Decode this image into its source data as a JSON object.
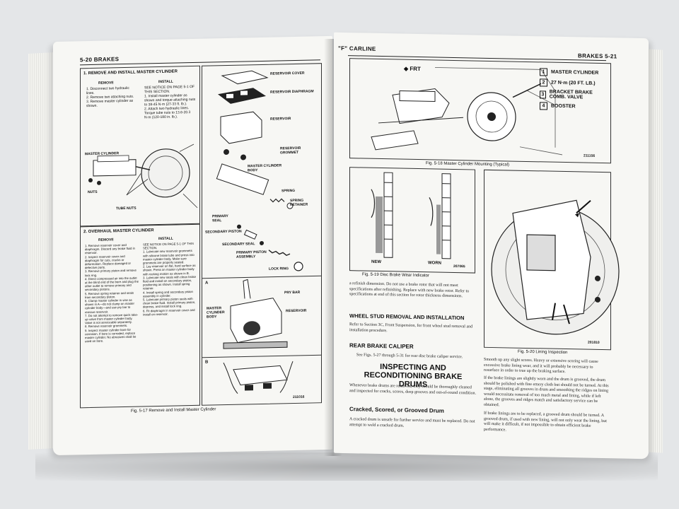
{
  "left_page": {
    "header": "5-20  BRAKES",
    "section1": {
      "title": "1. REMOVE AND INSTALL MASTER CYLINDER",
      "col_remove": "REMOVE",
      "col_install": "INSTALL",
      "remove_steps": "1. Disconnect two hydraulic lines.\n2. Remove two attaching nuts.\n3. Remove master cylinder as shown.",
      "install_steps": "SEE NOTICE ON PAGE 5-1 OF THIS SECTION.\n1. Install master cylinder as shown and torque attaching nuts to 38-45 N·m (27-33 ft. lb.).\n2. Attach two hydraulic lines. Torque tube nuts to 13.6-20.3 N·m (120-180 in. lb.).",
      "label_master": "MASTER CYLINDER",
      "label_nuts": "NUTS",
      "label_tube_nuts": "TUBE NUTS"
    },
    "section2": {
      "title": "2. OVERHAUL MASTER CYLINDER",
      "col_remove": "REMOVE",
      "col_install": "INSTALL",
      "remove_steps": "1. Remove reservoir cover and diaphragm. Discard any brake fluid in reservoir.\n2. Inspect reservoir cover and diaphragm for cuts, cracks or deformation. Replace damaged or defective parts.\n3. Remove primary piston and remove lock ring.\n4. Direct compressed air into the outlet at the blind end of the bore and plug the other outlet to remove primary and secondary pistons.\n5. Remove spring retainer and seals from secondary piston.\n6. Clamp master cylinder in vise as shown in A—do not clamp on master cylinder body—and use pry bar to remove reservoir.\n7. Do not attempt to remove quick take-up valve from master cylinder body. Valve is not serviceable separately.\n8. Remove reservoir grommets.\n9. Inspect master cylinder bore for corrosion. If bore is corroded, replace master cylinder. No abrasives shall be used on bore.",
      "install_steps": "SEE NOTICE ON PAGE 5-1 OF THIS SECTION.\n1. Lubricate new reservoir grommets with silicone brake lube and press into master cylinder body. Make sure grommets are properly seated.\n2. Lay reservoir on flat, hard surface as shown. Press on master cylinder body with rocking motion as shown in B.\n3. Lubricate new seals with clean brake fluid and install on secondary piston, positioning as shown. Install spring retainer.\n4. Install spring and secondary piston assembly in cylinder.\n5. Lubricate primary piston seals with clean brake fluid. Install primary piston, depress, and install lock ring.\n6. Fit diaphragm in reservoir cover and install on reservoir."
    },
    "exploded_labels": {
      "reservoir_cover": "RESERVOIR COVER",
      "reservoir_diaphragm": "RESERVOIR DIAPHRAGM",
      "reservoir": "RESERVOIR",
      "grommet": "RESERVOIR GROMMET",
      "body": "MASTER CYLINDER BODY",
      "spring": "SPRING",
      "retainer": "SPRING RETAINER",
      "primary_seal": "PRIMARY SEAL",
      "secondary_piston": "SECONDARY PISTON",
      "secondary_seal": "SECONDARY SEAL",
      "primary_piston": "PRIMARY PISTON ASSEMBLY",
      "lock_ring": "LOCK RING",
      "panel_a": "A",
      "panel_b": "B",
      "pry_bar": "PRY BAR",
      "a_body": "MASTER CYLINDER BODY",
      "a_reservoir": "RESERVOIR"
    },
    "fig_number": "211016",
    "caption": "Fig. 5-17 Remove and Install Master Cylinder"
  },
  "right_page": {
    "carline": "\"F\" CARLINE",
    "header": "BRAKES  5-21",
    "legend": [
      {
        "num": "1",
        "text": "MASTER CYLINDER"
      },
      {
        "num": "2",
        "text": "27 N·m (20 FT. LB.)"
      },
      {
        "num": "3",
        "text": "BRACKET BRAKE COMB. VALVE"
      },
      {
        "num": "4",
        "text": "BOOSTER"
      }
    ],
    "frt": "FRT",
    "fig18_number": "211156",
    "fig18_caption": "Fig. 5-18 Master Cylinder Mounting (Typical)",
    "fig19_new": "NEW",
    "fig19_worn": "WORN",
    "fig19_number": "207065",
    "fig19_caption": "Fig. 5-19 Disc Brake Wear Indicator",
    "fig20_number": "201810",
    "fig20_caption": "Fig. 5-20 Lining Inspection",
    "para1": "a refinish dimension. Do not use a brake rotor that will not meet specifications after refinishing. Replace with new brake rotor. Refer to specifications at end of this section for rotor thickness dimensions.",
    "h_wheel_stud": "WHEEL STUD REMOVAL AND INSTALLATION",
    "para_wheel_stud": "Refer to Section 3C, Front Suspension, for front wheel stud removal and installation procedure.",
    "h_rear_caliper": "REAR BRAKE CALIPER",
    "para_rear_caliper": "See Figs. 5-27 through 5-31 for rear disc brake caliper service.",
    "h_drums": "INSPECTING AND RECONDITIONING BRAKE DRUMS",
    "para_drums": "Whenever brake drums are removed, they should be thoroughly cleaned and inspected for cracks, scores, deep grooves and out-of-round condition.",
    "h_cracked": "Cracked, Scored, or Grooved Drum",
    "para_cracked": "A cracked drum is unsafe for further service and must be replaced. Do not attempt to weld a cracked drum.",
    "para_r1": "Smooth up any slight scores. Heavy or extensive scoring will cause excessive brake lining wear, and it will probably be necessary to resurface in order to true up the braking surface.",
    "para_r2": "If the brake linings are slightly worn and the drum is grooved, the drum should be polished with fine emery cloth but should not be turned. At this stage, eliminating all grooves in drum and smoothing the ridges on lining would necessitate removal of too much metal and lining, while if left alone, the grooves and ridges match and satisfactory service can be obtained.",
    "para_r3": "If brake linings are to be replaced, a grooved drum should be turned. A grooved drum, if used with new lining, will not only wear the lining, but will make it difficult, if not impossible to obtain efficient brake performance."
  }
}
